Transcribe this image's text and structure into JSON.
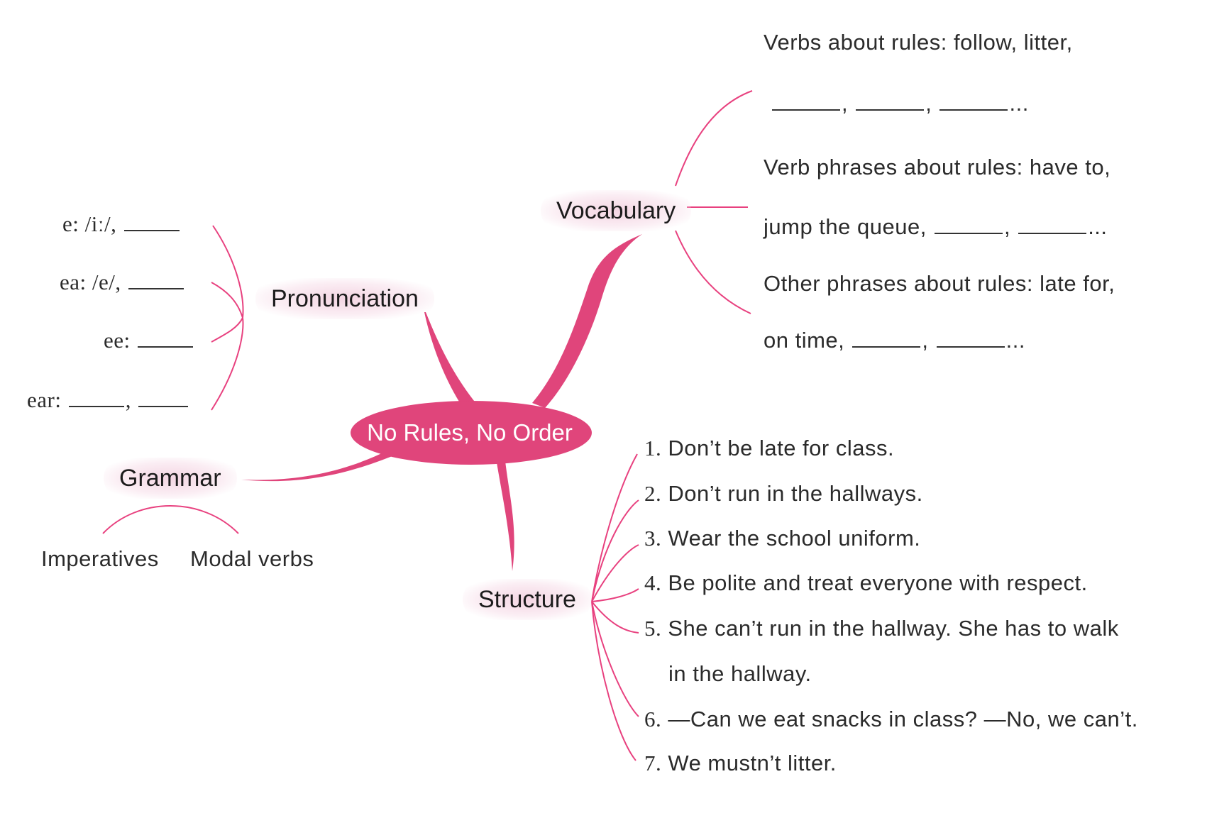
{
  "center": {
    "label": "No Rules, No Order"
  },
  "colors": {
    "accent": "#e0457b",
    "line": "#e8417f"
  },
  "pronunciation": {
    "label": "Pronunciation",
    "items": [
      {
        "key": "e: /iː/,",
        "blanks": 1
      },
      {
        "key": "ea: /e/,",
        "blanks": 1
      },
      {
        "key": "ee:",
        "blanks": 1
      },
      {
        "key": "ear:",
        "blanks": 2,
        "sep": ","
      }
    ]
  },
  "grammar": {
    "label": "Grammar",
    "items": [
      "Imperatives",
      "Modal verbs"
    ]
  },
  "vocabulary": {
    "label": "Vocabulary",
    "lines": [
      "Verbs about rules: follow, litter,",
      "Verb phrases about rules: have to,",
      "jump the queue,",
      "Other phrases about rules: late for,",
      "on time,"
    ],
    "ellipsis": "..."
  },
  "structure": {
    "label": "Structure",
    "items": [
      {
        "num": "1.",
        "text": "Don’t be late for class."
      },
      {
        "num": "2.",
        "text": "Don’t run in the hallways."
      },
      {
        "num": "3.",
        "text": "Wear the school uniform."
      },
      {
        "num": "4.",
        "text": "Be polite and treat everyone with respect."
      },
      {
        "num": "5.",
        "text": "She can’t run in the hallway.  She has to walk",
        "cont": "in the hallway."
      },
      {
        "num": "6.",
        "text": "—Can we eat snacks in class? —No, we can’t."
      },
      {
        "num": "7.",
        "text": "We mustn’t litter."
      }
    ]
  }
}
